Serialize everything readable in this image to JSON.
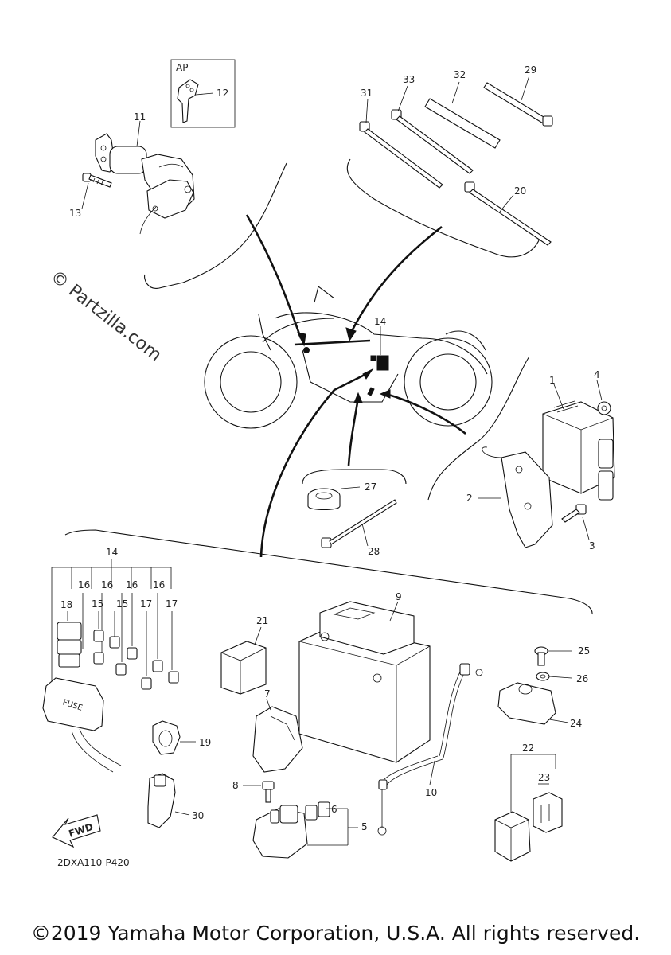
{
  "diagram": {
    "diagram_code": "2DXA110-P420",
    "watermark": "© Partzilla.com",
    "kit_label": "AP",
    "fwd_label": "FWD",
    "fuse_label": "FUSE",
    "callouts": {
      "c1": "1",
      "c2": "2",
      "c3": "3",
      "c4": "4",
      "c5": "5",
      "c6": "6",
      "c7": "7",
      "c8": "8",
      "c9": "9",
      "c10": "10",
      "c11": "11",
      "c12": "12",
      "c13": "13",
      "c14_main": "14",
      "c14_fuse": "14",
      "c15a": "15",
      "c15b": "15",
      "c16a": "16",
      "c16b": "16",
      "c16c": "16",
      "c16d": "16",
      "c17a": "17",
      "c17b": "17",
      "c18": "18",
      "c19": "19",
      "c20": "20",
      "c21": "21",
      "c22": "22",
      "c23": "23",
      "c24": "24",
      "c25": "25",
      "c26": "26",
      "c27": "27",
      "c28": "28",
      "c29": "29",
      "c30": "30",
      "c31": "31",
      "c32": "32",
      "c33": "33"
    }
  },
  "footer": {
    "copyright": "©2019 Yamaha Motor Corporation, U.S.A. All rights reserved."
  }
}
